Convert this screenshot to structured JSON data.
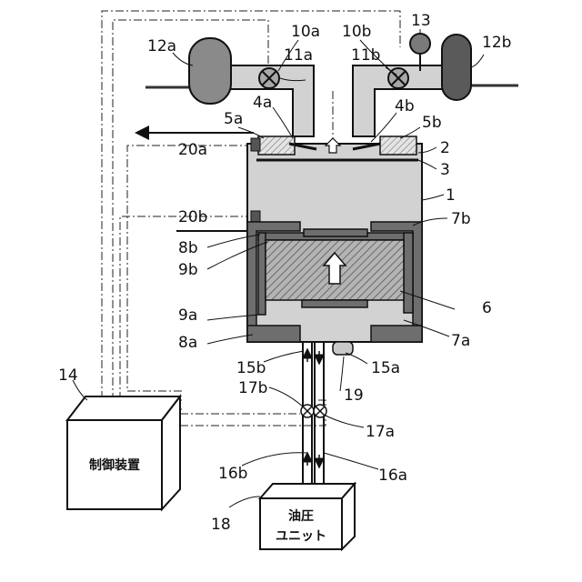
{
  "labels": {
    "l1": "1",
    "l2": "2",
    "l3": "3",
    "l4a": "4a",
    "l4b": "4b",
    "l5a": "5a",
    "l5b": "5b",
    "l6": "6",
    "l7a": "7a",
    "l7b": "7b",
    "l8a": "8a",
    "l8b": "8b",
    "l9a": "9a",
    "l9b": "9b",
    "l10a": "10a",
    "l10b": "10b",
    "l11a": "11a",
    "l11b": "11b",
    "l12a": "12a",
    "l12b": "12b",
    "l13": "13",
    "l14": "14",
    "l15a": "15a",
    "l15b": "15b",
    "l16a": "16a",
    "l16b": "16b",
    "l17a": "17a",
    "l17b": "17b",
    "l18": "18",
    "l19": "19",
    "l20a": "20a",
    "l20b": "20b"
  },
  "boxes": {
    "control_device": "制御装置",
    "hydraulic_line1": "油圧",
    "hydraulic_line2": "ユニット"
  },
  "colors": {
    "body": "#d2d2d2",
    "dark": "#6e6e6e",
    "tank": "#8a8a8a",
    "tank_dark": "#5a5a5a",
    "valve": "#a8a8a8"
  }
}
